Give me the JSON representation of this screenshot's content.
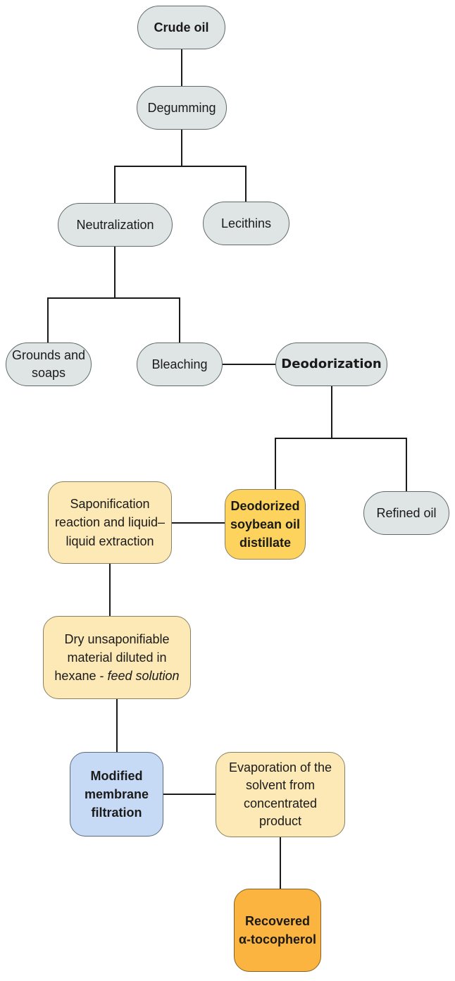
{
  "nodes": {
    "crude_oil": "Crude oil",
    "degumming": "Degumming",
    "neutralization": "Neutralization",
    "lecithins": "Lecithins",
    "grounds_soaps": [
      "Grounds and",
      "soaps"
    ],
    "bleaching": "Bleaching",
    "deodorization": "Deodorization",
    "deodorized_distillate": [
      "Deodorized",
      "soybean oil",
      "distillate"
    ],
    "refined_oil": "Refined oil",
    "saponification": [
      "Saponification",
      "reaction and liquid–",
      "liquid extraction"
    ],
    "dry_unsaponifiable": {
      "line1": "Dry unsaponifiable",
      "line2": "material diluted in",
      "line3_prefix": "hexane - ",
      "line3_italic": "feed solution"
    },
    "membrane": [
      "Modified",
      "membrane",
      "filtration"
    ],
    "evaporation": [
      "Evaporation of the",
      "solvent from",
      "concentrated",
      "product"
    ],
    "recovered": [
      "Recovered",
      "α-tocopherol"
    ]
  },
  "colors": {
    "process_gray": "#dfe5e4",
    "light_yellow": "#fde9b6",
    "strong_yellow": "#fdd35e",
    "blue": "#c6daf6",
    "orange": "#fbb440"
  }
}
